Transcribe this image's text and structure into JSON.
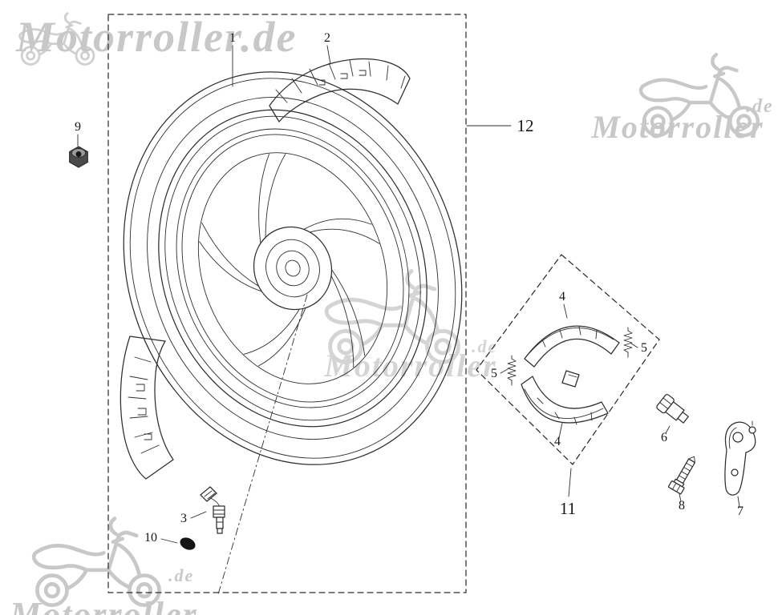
{
  "watermark": {
    "brand": "Motorroller",
    "brand_full": "Motorroller.de",
    "tld": ".de",
    "color": "#c8c8c8"
  },
  "parts": {
    "p1": "1",
    "p2": "2",
    "p3": "3",
    "p4": "4",
    "p5": "5",
    "p6": "6",
    "p7": "7",
    "p8": "8",
    "p9": "9",
    "p10": "10",
    "p11": "11",
    "p12": "12"
  },
  "style": {
    "line_color": "#2e2e2e",
    "background": "#ffffff"
  }
}
